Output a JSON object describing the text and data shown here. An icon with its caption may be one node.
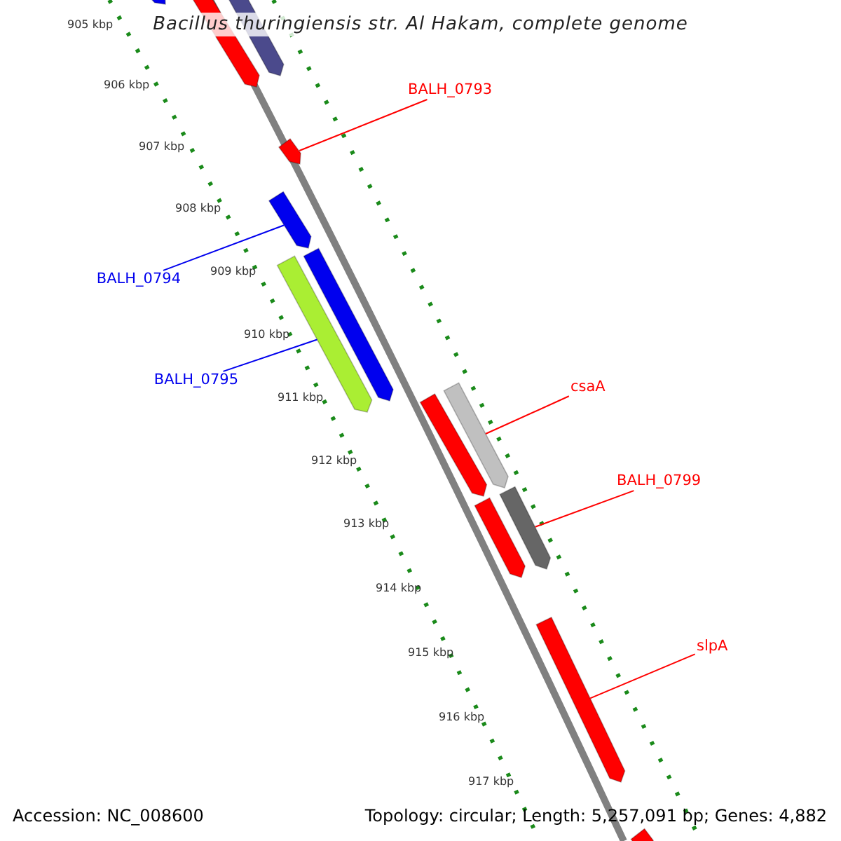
{
  "diagram": {
    "title": "Bacillus thuringiensis str. Al Hakam, complete genome",
    "nodes": [
      {
        "text": [
          "BALH_0793"
        ]
      },
      {
        "text": [
          "BALH_0794"
        ]
      },
      {
        "text": [
          "BALH_0795"
        ]
      },
      {
        "text": [
          "csaA"
        ]
      },
      {
        "text": [
          "BALH_0799"
        ]
      },
      {
        "text": [
          "slpA"
        ]
      },
      {
        "text": [],
        "shape": "bar"
      },
      {
        "text": [],
        "shape": "bar"
      },
      {
        "text": [],
        "shape": "bar"
      },
      {
        "text": [],
        "shape": "bar"
      },
      {
        "text": [],
        "shape": "bar"
      },
      {
        "text": [],
        "shape": "bar"
      },
      {
        "text": [],
        "shape": "bar"
      },
      {
        "text": [],
        "shape": "bar"
      },
      {
        "text": [],
        "shape": "bar"
      },
      {
        "text": [],
        "shape": "bar"
      },
      {
        "text": [],
        "shape": "bar"
      },
      {
        "text": [],
        "shape": "bar"
      },
      {
        "text": [],
        "shape": "bar"
      }
    ],
    "edges": [
      {
        "from": 0,
        "to": 9,
        "arrow": "none"
      },
      {
        "from": 1,
        "to": 10,
        "arrow": "none",
        "color": "#0000ee"
      },
      {
        "from": 2,
        "to": 11,
        "arrow": "none",
        "color": "#0000ee"
      },
      {
        "from": 3,
        "to": 14,
        "arrow": "none"
      },
      {
        "from": 4,
        "to": 16,
        "arrow": "none"
      },
      {
        "from": 5,
        "to": 17,
        "arrow": "none"
      }
    ],
    "labels": [
      "905 kbp",
      "906 kbp",
      "907 kbp",
      "908 kbp",
      "909 kbp",
      "910 kbp",
      "911 kbp",
      "912 kbp",
      "913 kbp",
      "914 kbp",
      "915 kbp",
      "916 kbp",
      "917 kbp",
      "Accession: NC_008600",
      "Topology: circular; Length: 5,257,091 bp; Genes: 4,882"
    ]
  }
}
